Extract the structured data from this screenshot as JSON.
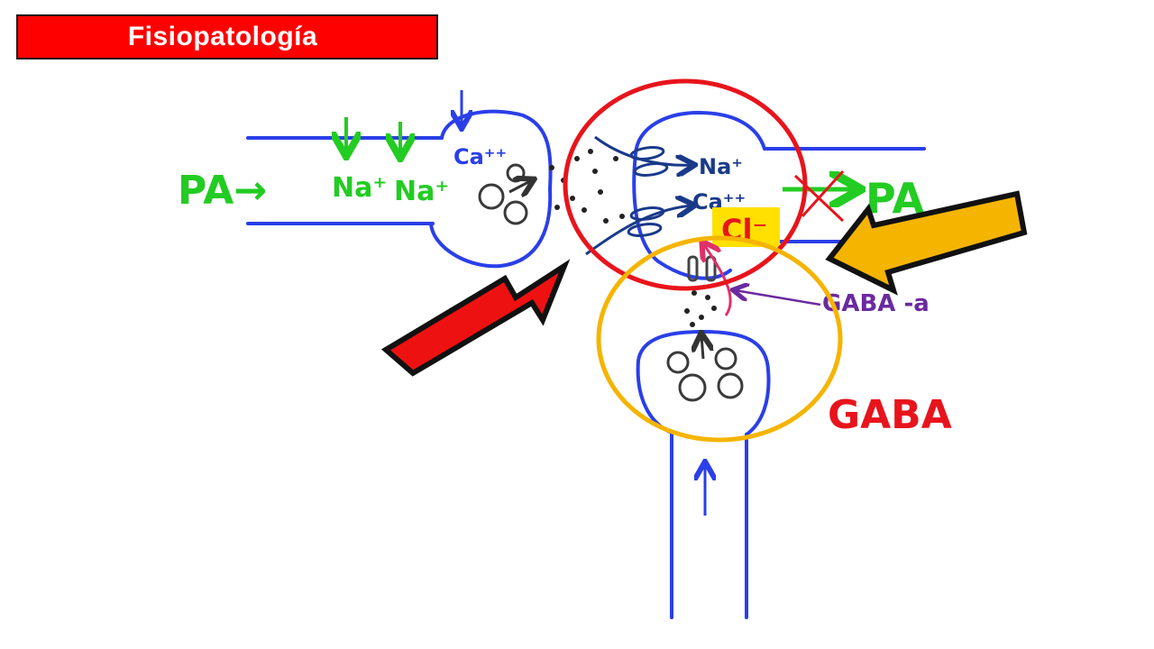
{
  "slide": {
    "title": "Fisiopatología"
  },
  "labels": {
    "pa_in": "PA→",
    "na_left_1": "Na⁺",
    "na_left_2": "Na⁺",
    "ca_presyn": "Ca⁺⁺",
    "na_post": "Na⁺",
    "ca_post": "Ca⁺⁺",
    "cl": "Cl⁻",
    "pa_out": "PA",
    "gaba_a": "GABA -a",
    "gaba": "GABA"
  },
  "colors": {
    "title_bg": "#ff0000",
    "title_text": "#ffffff",
    "neuron": "#2a3fe8",
    "green": "#22cc22",
    "red_circle": "#e8141c",
    "yellow_circle": "#f5b400",
    "red_arrow": "#ee1111",
    "yellow_arrow": "#f5b400",
    "purple": "#6a2aa0",
    "gaba_text": "#e8141c",
    "cl_highlight": "#ffe000",
    "navy": "#1a3a8a",
    "vesicle": "#3a3a3a"
  }
}
